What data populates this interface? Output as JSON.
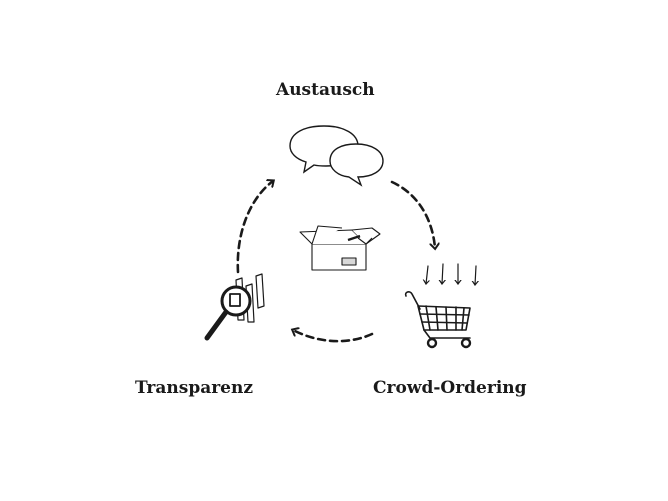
{
  "nodes": {
    "top": {
      "label": "Austausch",
      "icon": "speech-bubbles-icon"
    },
    "right": {
      "label": "Crowd-Ordering",
      "icon": "shopping-cart-icon"
    },
    "left": {
      "label": "Transparenz",
      "icon": "magnifier-chart-icon"
    }
  },
  "center": {
    "icon": "open-box-icon"
  },
  "arrows": [
    {
      "from": "top",
      "to": "right",
      "style": "dashed"
    },
    {
      "from": "right",
      "to": "left",
      "style": "dashed"
    },
    {
      "from": "left",
      "to": "top",
      "style": "dashed"
    }
  ],
  "colors": {
    "ink": "#1a1a1a",
    "background": "#ffffff"
  }
}
